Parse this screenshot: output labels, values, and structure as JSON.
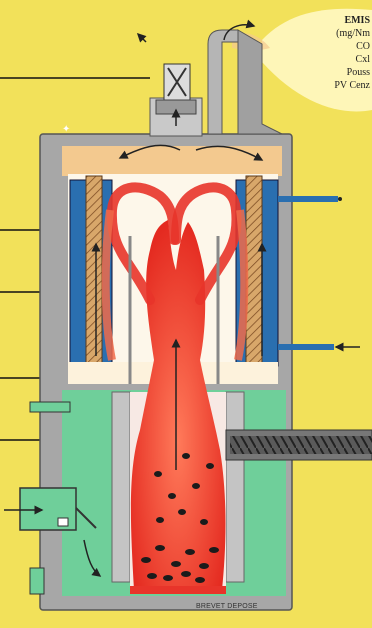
{
  "emissions": {
    "title": "EMIS",
    "line1": "(mg/Nm",
    "line2": "CO",
    "line3": "Cxl",
    "line4": "Pouss",
    "line5": "PV Cenz"
  },
  "footer": {
    "patent": "BREVET DEPOSE"
  },
  "colors": {
    "background": "#f2e15a",
    "casing": "#a7a7a7",
    "insulation": "#2a6fb0",
    "flame": "#e8342a",
    "cold_zone": "#6fcf9a",
    "hot_gas": "#f3c98f",
    "emission_bubble": "#fff8c2"
  }
}
